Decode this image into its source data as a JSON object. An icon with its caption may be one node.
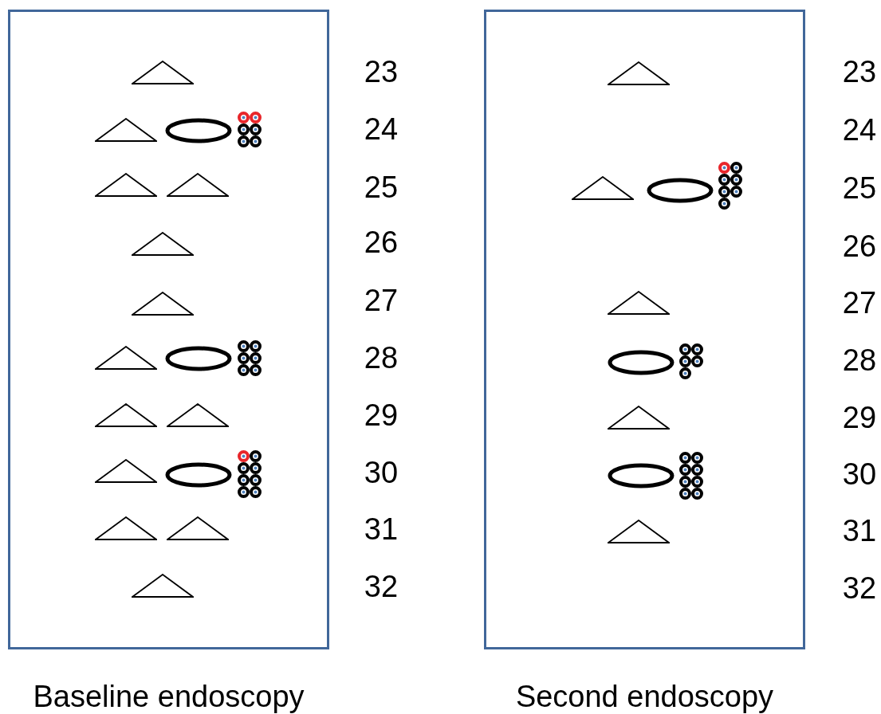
{
  "diagram": {
    "nodes": [
      {
        "text": [
          "Baseline endoscopy"
        ]
      },
      {
        "text": [
          "Second endoscopy"
        ]
      }
    ],
    "edges": [],
    "labels": [
      "23",
      "24",
      "25",
      "26",
      "27",
      "28",
      "29",
      "30",
      "31",
      "32",
      "23",
      "24",
      "25",
      "26",
      "27",
      "28",
      "29",
      "30",
      "31",
      "32"
    ]
  }
}
